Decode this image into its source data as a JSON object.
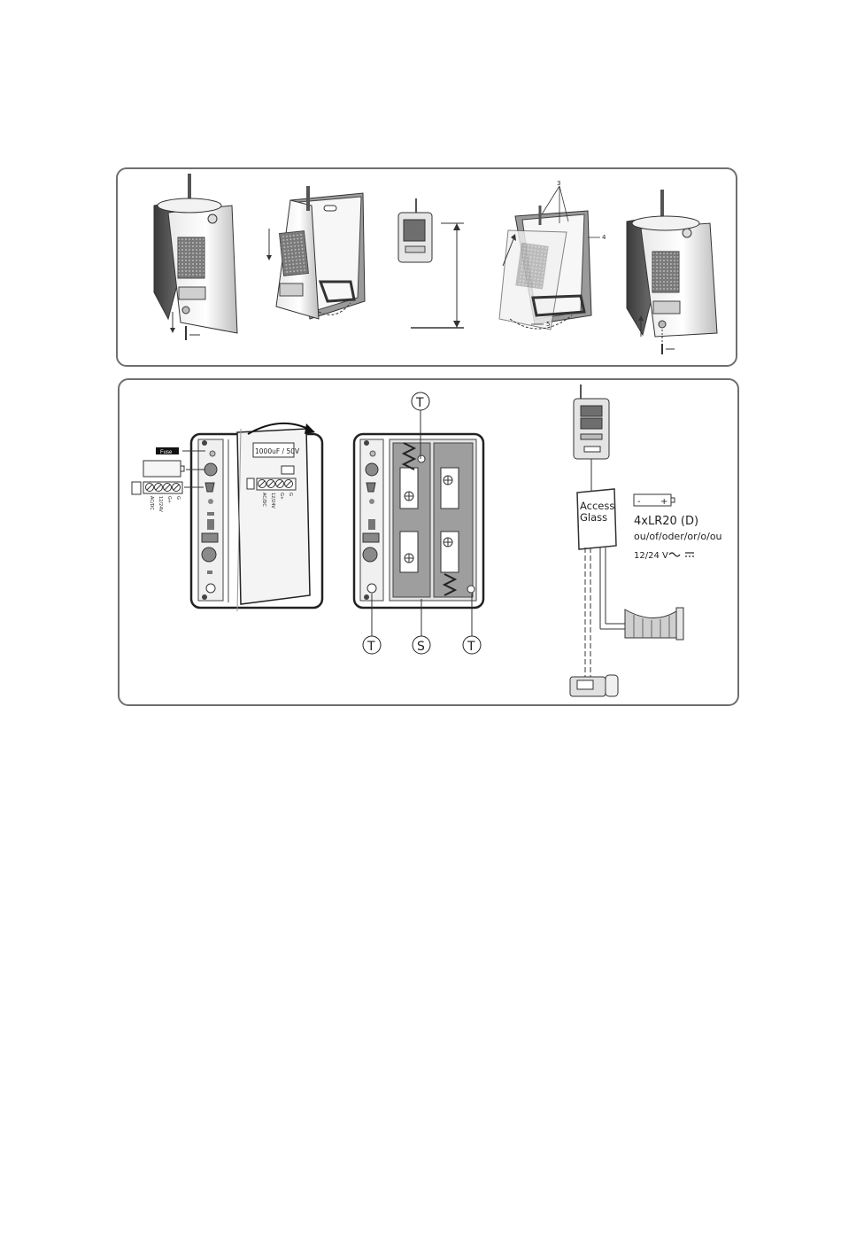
{
  "top_panel": {
    "callouts": {
      "screws": "3",
      "bracket": "4",
      "hinge": "5"
    }
  },
  "bottom_panel": {
    "capacitor_label": "1000uF / 50V",
    "fuse_label": "Fuse",
    "terminal_labels_left": [
      "G",
      "G+",
      "12/24V",
      "AC/DC"
    ],
    "terminal_labels_module": [
      "G",
      "G+",
      "12/24V",
      "AC/DC"
    ],
    "markers": {
      "top": "T",
      "bottom_left": "T",
      "bottom_center": "S",
      "bottom_right": "T"
    },
    "controller_label_line1": "Access",
    "controller_label_line2": "Glass",
    "battery_spec": "4xLR20 (D)",
    "alternatives": "ou/of/oder/or/o/ou",
    "power_spec": "12/24 V",
    "battery_symbol": {
      "minus": "-",
      "plus": "+"
    }
  },
  "colors": {
    "panel_border": "#6f6f6f",
    "device_body": "#d9d9d9",
    "device_dark": "#6e6e6e"
  }
}
